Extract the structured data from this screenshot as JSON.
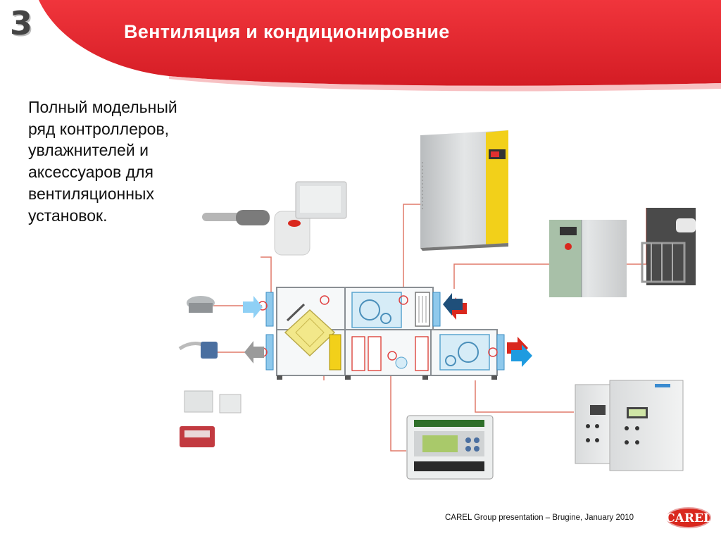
{
  "slide": {
    "number": "3",
    "title": "Вентиляция и кондиционировние",
    "body": "Полный модельный ряд контроллеров, увлажнителей и аксессуаров для вентиляционных установок.",
    "footer": "CAREL Group presentation – Brugine, January 2010",
    "logo_text": "CAREL"
  },
  "colors": {
    "banner_red": "#e3202a",
    "accent_yellow": "#f2d01a",
    "arrow_blue": "#1e9be0",
    "arrow_red": "#d9281e",
    "arrow_gray": "#9a9a9a",
    "leader_line": "#e07a6a"
  },
  "icons": [
    "humidifier-cabinet-icon",
    "steam-humidifier-cabinet-icon",
    "electrical-panel-icon",
    "din-rail-controller-icon",
    "duct-sensor-icon",
    "room-sensor-icon",
    "pressure-switch-icon",
    "actuator-icon",
    "junction-box-icon",
    "ahu-diagram-icon"
  ]
}
